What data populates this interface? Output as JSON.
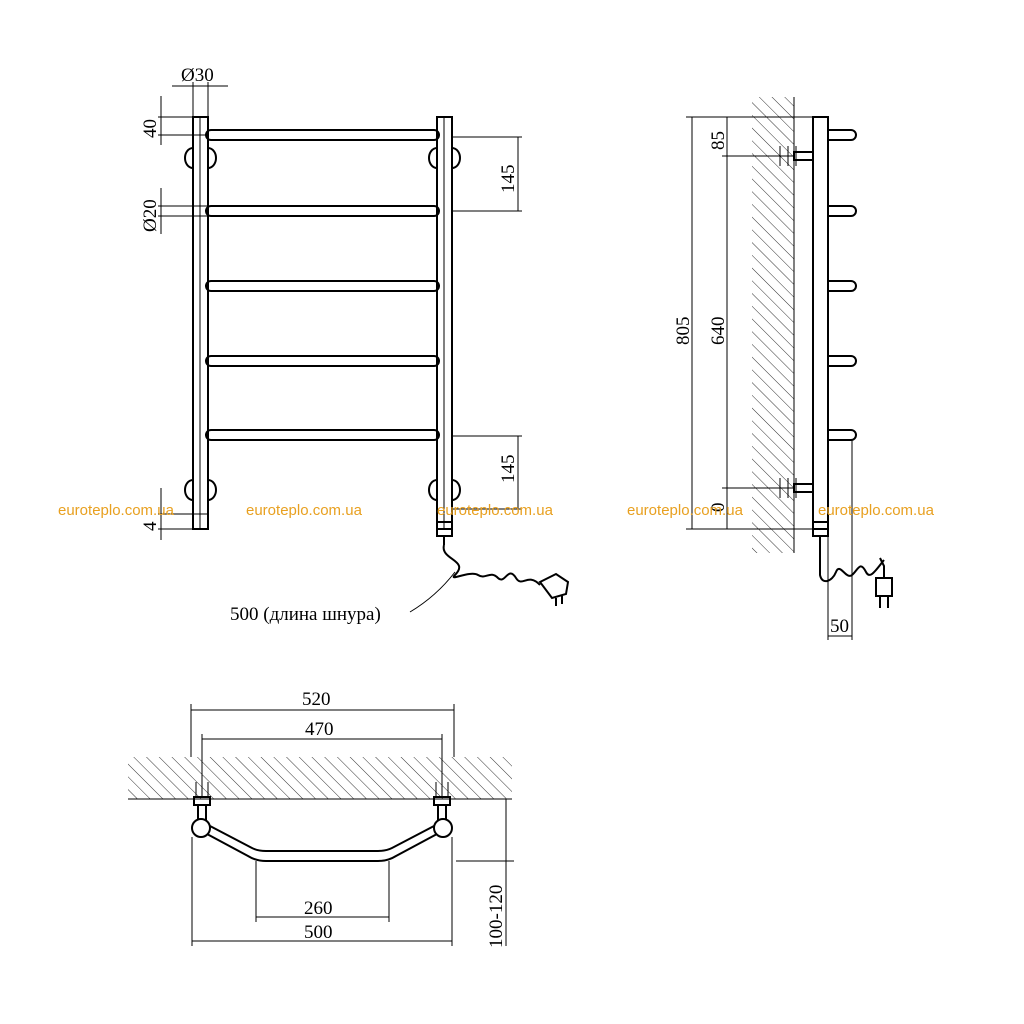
{
  "front_view": {
    "dims": {
      "tube_diameter": "Ø30",
      "rung_diameter": "Ø20",
      "top_offset": "40",
      "top_spacing": "145",
      "bottom_spacing": "145",
      "bottom_offset": "4"
    },
    "cord_label": "500 (длина шнура)"
  },
  "side_view": {
    "dims": {
      "total_height": "805",
      "mount_spacing": "640",
      "top_mount": "85",
      "bottom_mount": "0",
      "depth": "50"
    }
  },
  "top_view": {
    "dims": {
      "outer_width": "520",
      "mount_width": "470",
      "inner_width": "260",
      "overall_width": "500",
      "wall_distance": "100-120"
    }
  },
  "watermark": {
    "text": "euroteplo.com.ua",
    "color": "#e8a020"
  },
  "colors": {
    "line": "#000000",
    "background": "#ffffff"
  }
}
